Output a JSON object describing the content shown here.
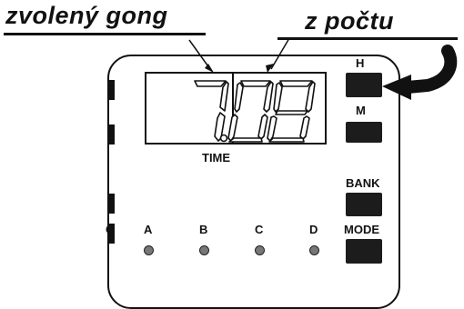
{
  "annotations": {
    "selected_gong": "zvolený gong",
    "from_count": "z počtu"
  },
  "display": {
    "hour_digit": "7",
    "minute_digits": "08",
    "caption": "TIME"
  },
  "buttons": {
    "hour": "H",
    "minute": "M",
    "bank": "BANK",
    "mode": "MODE"
  },
  "gong_indicators": {
    "left_edge_label": "O",
    "items": [
      {
        "label": "A"
      },
      {
        "label": "B"
      },
      {
        "label": "C"
      },
      {
        "label": "D"
      }
    ]
  },
  "icons": [
    "curved-arrow-icon",
    "pointer-line-icon"
  ]
}
